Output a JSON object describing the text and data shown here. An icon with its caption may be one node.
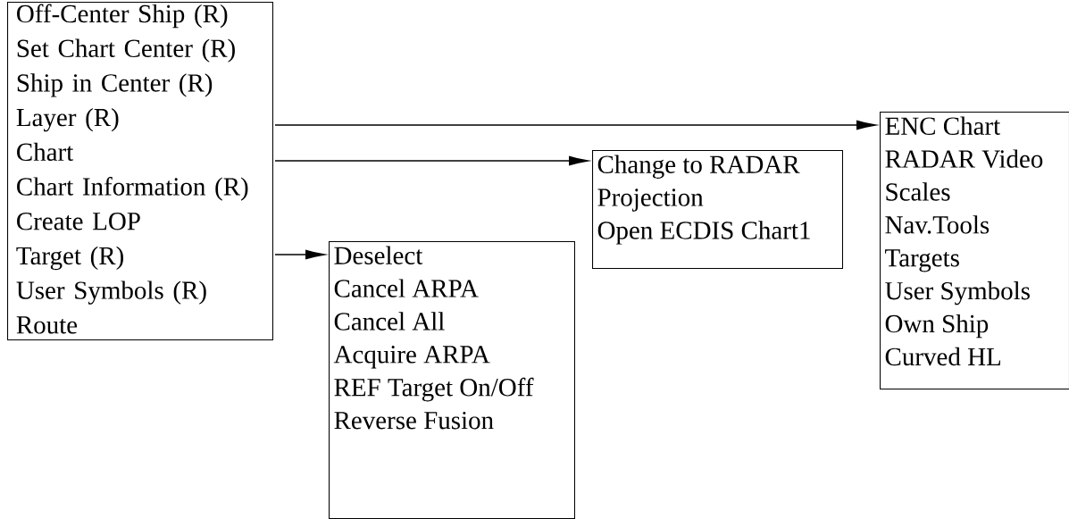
{
  "diagram": {
    "nodes": [
      {
        "text": [],
        "shape": "box"
      },
      {
        "text": [
          "Off-Center Ship (R)"
        ],
        "in": 0
      },
      {
        "text": [
          "Set Chart Center (R)"
        ],
        "in": 0
      },
      {
        "text": [
          "Ship in Center (R)"
        ],
        "in": 0
      },
      {
        "text": [
          "Layer (R)"
        ],
        "in": 0
      },
      {
        "text": [
          "Chart"
        ],
        "in": 0
      },
      {
        "text": [
          "Chart Information (R)"
        ],
        "in": 0
      },
      {
        "text": [
          "Create LOP"
        ],
        "in": 0
      },
      {
        "text": [
          "Target (R)"
        ],
        "in": 0
      },
      {
        "text": [
          "User Symbols (R)"
        ],
        "in": 0
      },
      {
        "text": [
          "Route"
        ],
        "in": 0
      },
      {
        "text": [
          "ENC Chart",
          "RADAR Video",
          "Scales",
          "Nav.Tools",
          "Targets",
          "User Symbols",
          "Own Ship",
          "Curved HL"
        ]
      },
      {
        "text": [
          "Change to RADAR",
          "Projection",
          "Open ECDIS Chart1"
        ]
      },
      {
        "text": [
          "Deselect",
          "Cancel ARPA",
          "Cancel All",
          "Acquire ARPA",
          "REF Target On/Off",
          "Reverse Fusion"
        ]
      }
    ],
    "edges": [
      {
        "from": 0,
        "to": 11,
        "arrow": "to"
      },
      {
        "from": 0,
        "to": 12,
        "arrow": "to"
      },
      {
        "from": 0,
        "to": 13,
        "arrow": "to"
      }
    ]
  }
}
